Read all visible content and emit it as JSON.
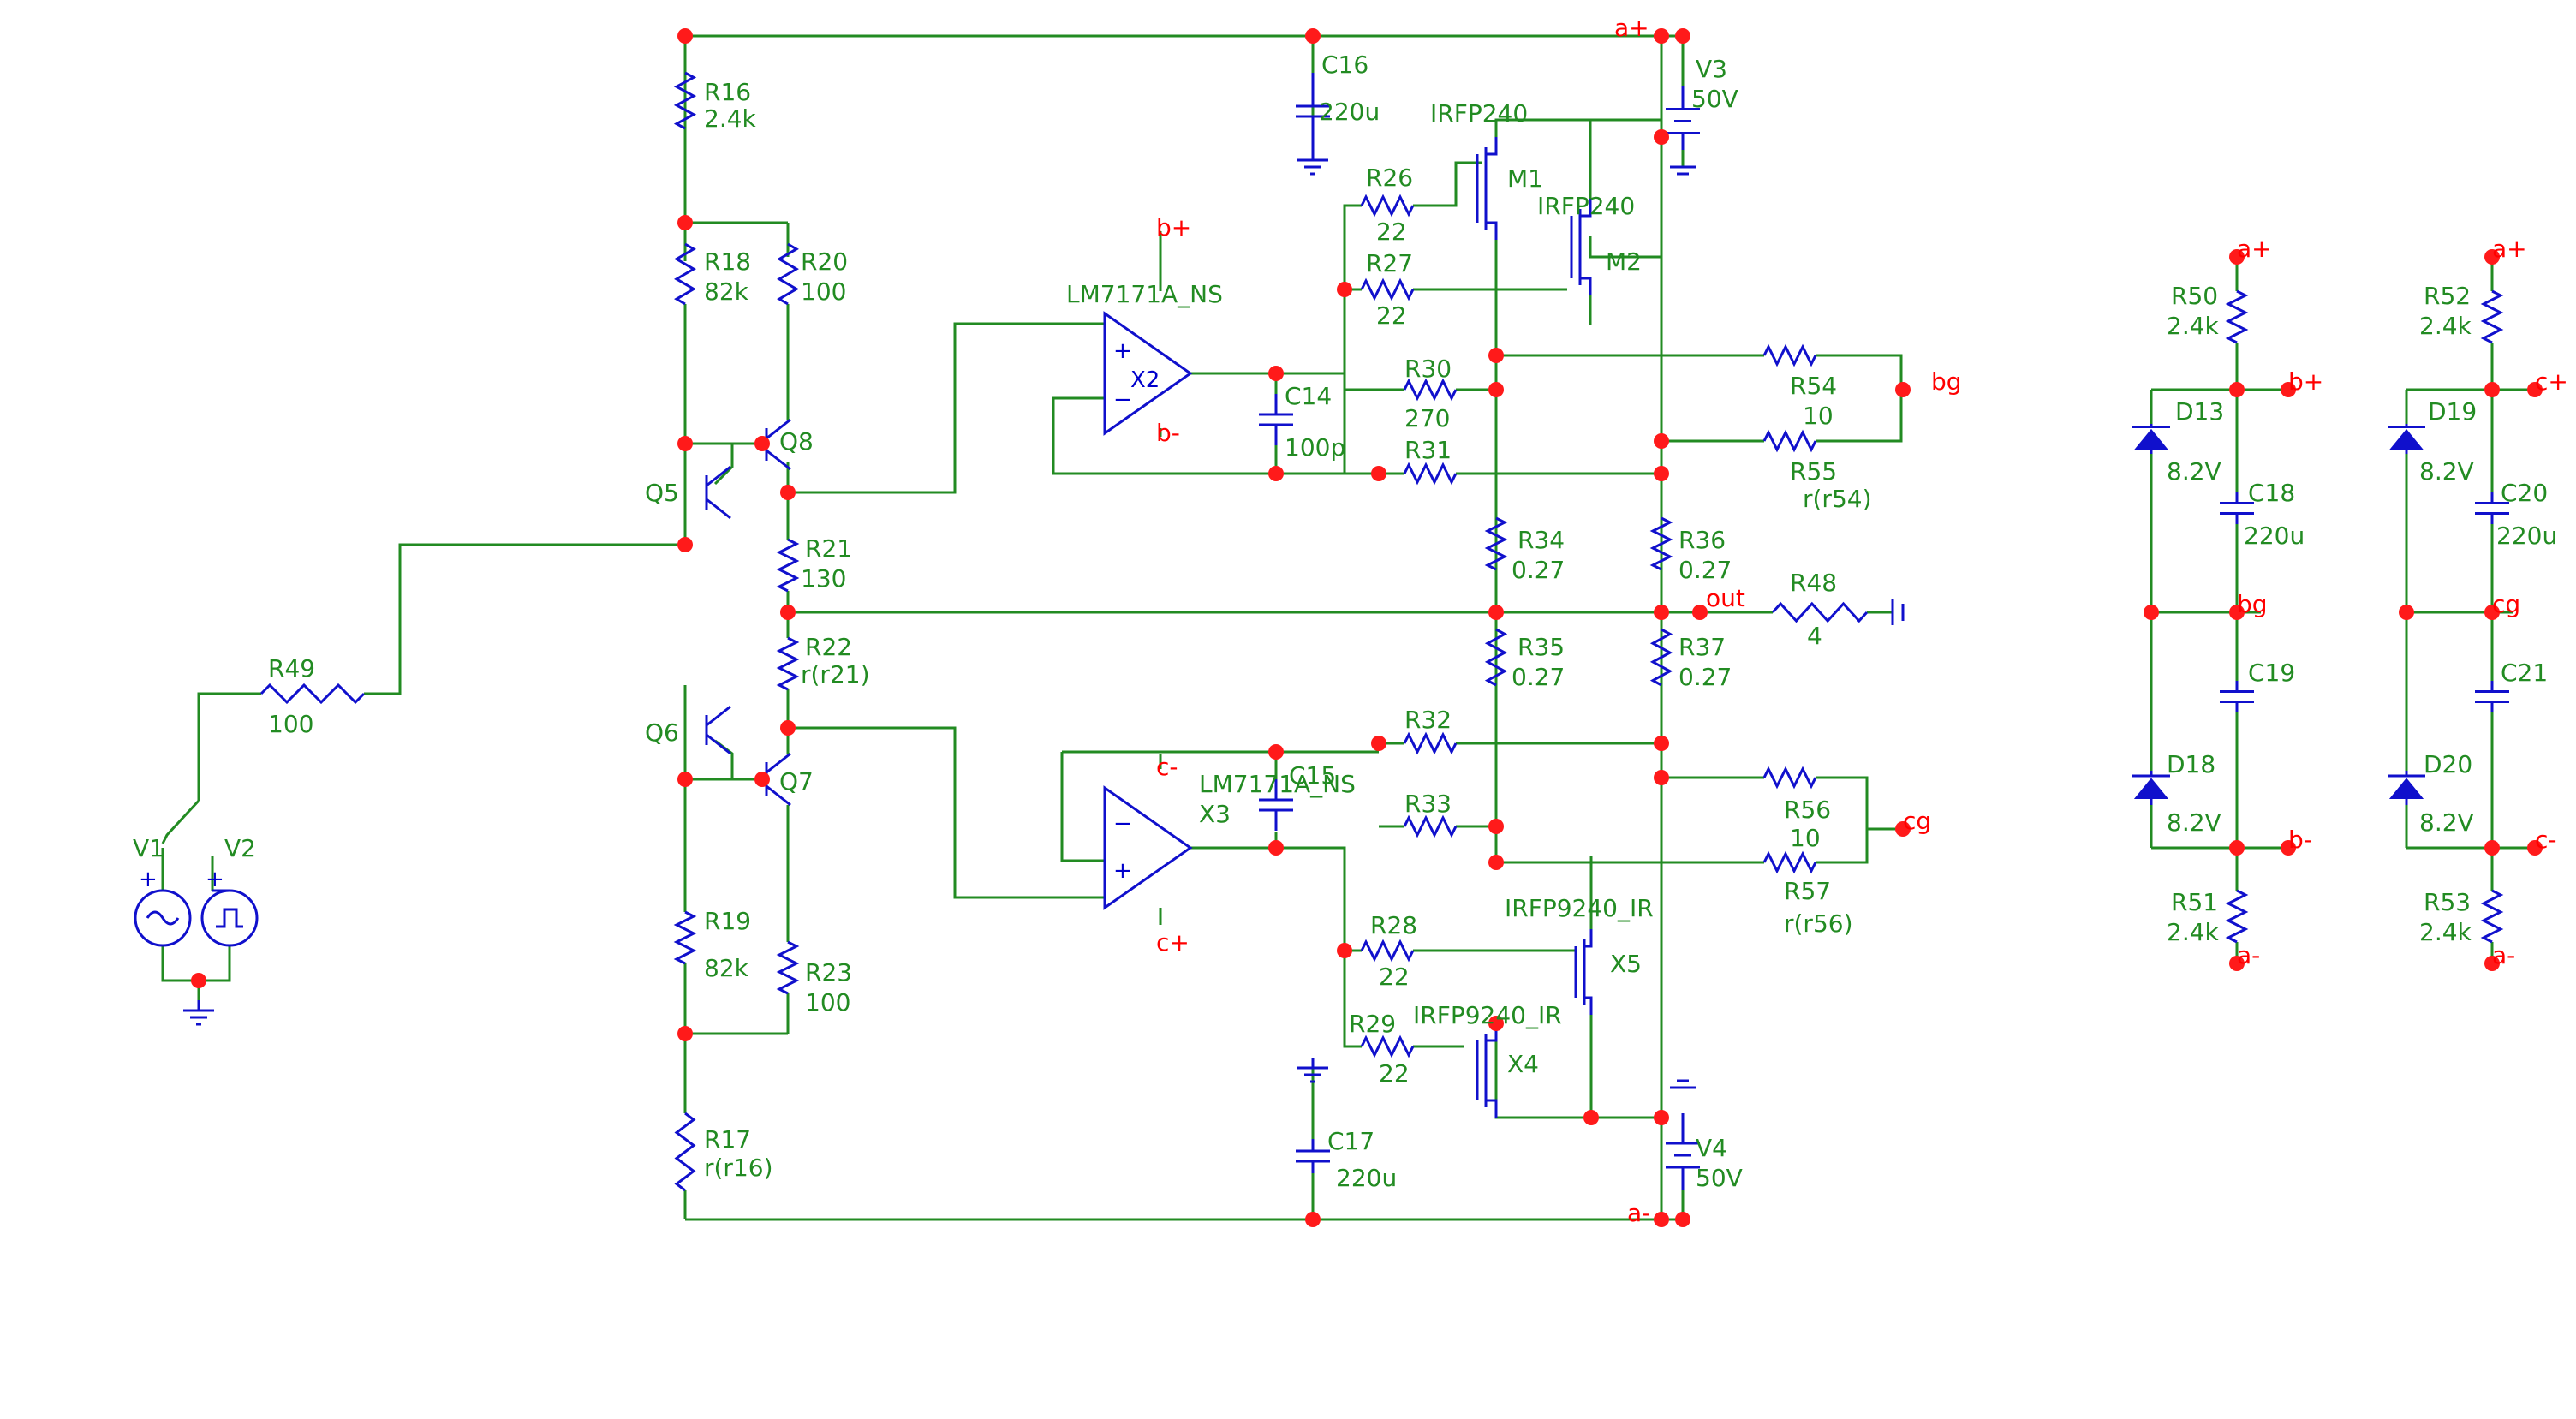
{
  "schematic": {
    "resistors": [
      {
        "ref": "R16",
        "value": "2.4k"
      },
      {
        "ref": "R18",
        "value": "82k"
      },
      {
        "ref": "R20",
        "value": "100"
      },
      {
        "ref": "R21",
        "value": "130"
      },
      {
        "ref": "R22",
        "value": "r(r21)"
      },
      {
        "ref": "R19",
        "value": "82k"
      },
      {
        "ref": "R23",
        "value": "100"
      },
      {
        "ref": "R17",
        "value": "r(r16)"
      },
      {
        "ref": "R49",
        "value": "100"
      },
      {
        "ref": "R26",
        "value": "22"
      },
      {
        "ref": "R27",
        "value": "22"
      },
      {
        "ref": "R30",
        "value": "270"
      },
      {
        "ref": "R31",
        "value": ""
      },
      {
        "ref": "R32",
        "value": ""
      },
      {
        "ref": "R33",
        "value": ""
      },
      {
        "ref": "R28",
        "value": "22"
      },
      {
        "ref": "R29",
        "value": "22"
      },
      {
        "ref": "R34",
        "value": "0.27"
      },
      {
        "ref": "R35",
        "value": "0.27"
      },
      {
        "ref": "R36",
        "value": "0.27"
      },
      {
        "ref": "R37",
        "value": "0.27"
      },
      {
        "ref": "R54",
        "value": "10"
      },
      {
        "ref": "R55",
        "value": "r(r54)"
      },
      {
        "ref": "R56",
        "value": "10"
      },
      {
        "ref": "R57",
        "value": "r(r56)"
      },
      {
        "ref": "R48",
        "value": "4"
      },
      {
        "ref": "R50",
        "value": "2.4k"
      },
      {
        "ref": "R51",
        "value": "2.4k"
      },
      {
        "ref": "R52",
        "value": "2.4k"
      },
      {
        "ref": "R53",
        "value": "2.4k"
      }
    ],
    "capacitors": [
      {
        "ref": "C16",
        "value": "220u"
      },
      {
        "ref": "C17",
        "value": "220u"
      },
      {
        "ref": "C14",
        "value": "100p"
      },
      {
        "ref": "C15",
        "value": ""
      },
      {
        "ref": "C18",
        "value": "220u"
      },
      {
        "ref": "C19",
        "value": ""
      },
      {
        "ref": "C20",
        "value": "220u"
      },
      {
        "ref": "C21",
        "value": ""
      }
    ],
    "transistors": [
      {
        "ref": "Q5"
      },
      {
        "ref": "Q6"
      },
      {
        "ref": "Q7"
      },
      {
        "ref": "Q8"
      }
    ],
    "mosfets": [
      {
        "ref": "M1",
        "part": "IRFP240"
      },
      {
        "ref": "M2",
        "part": "IRFP240"
      },
      {
        "ref": "X5",
        "part": "IRFP9240_IR"
      },
      {
        "ref": "X4",
        "part": "IRFP9240_IR"
      }
    ],
    "opamps": [
      {
        "ref": "X2",
        "part": "LM7171A_NS"
      },
      {
        "ref": "X3",
        "part": "LM7171A_NS"
      }
    ],
    "sources": [
      {
        "ref": "V3",
        "value": "50V"
      },
      {
        "ref": "V4",
        "value": "50V"
      },
      {
        "ref": "V1",
        "value": ""
      },
      {
        "ref": "V2",
        "value": ""
      }
    ],
    "diodes": [
      {
        "ref": "D13",
        "value": "8.2V"
      },
      {
        "ref": "D18",
        "value": "8.2V"
      },
      {
        "ref": "D19",
        "value": "8.2V"
      },
      {
        "ref": "D20",
        "value": "8.2V"
      }
    ],
    "net_labels": [
      "a+",
      "a-",
      "b+",
      "b-",
      "c+",
      "c-",
      "bg",
      "cg",
      "out"
    ],
    "colors": {
      "wire": "#228b22",
      "component": "#1010cc",
      "net": "#ff0000",
      "junction": "#ff1a1a"
    }
  }
}
